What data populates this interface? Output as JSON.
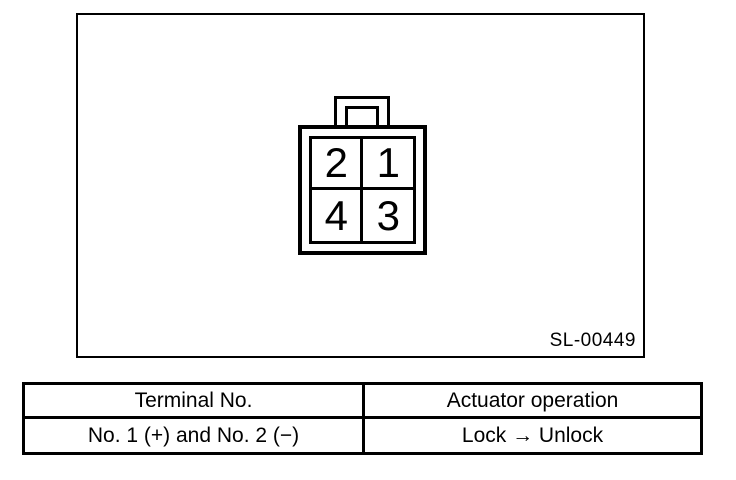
{
  "colors": {
    "ink": "#000000",
    "background": "#ffffff"
  },
  "figure": {
    "code_label": "SL-00449",
    "connector": {
      "description": "4-pin connector front view with lock tab",
      "terminals": [
        "2",
        "1",
        "4",
        "3"
      ]
    }
  },
  "table": {
    "headers": [
      "Terminal No.",
      "Actuator operation"
    ],
    "rows": [
      [
        "No. 1 (+) and No. 2 (−)",
        "Lock → Unlock"
      ]
    ]
  }
}
